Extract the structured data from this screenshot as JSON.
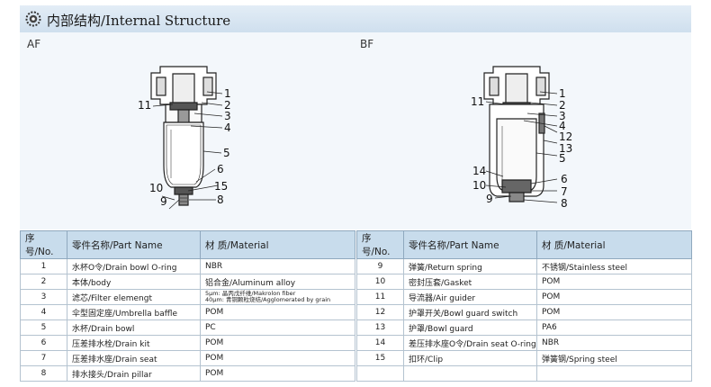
{
  "header": {
    "title": "内部结构/Internal Structure",
    "logo_icon": "gear-logo-icon"
  },
  "diagrams": {
    "af": {
      "label": "AF",
      "callouts": [
        "1",
        "2",
        "3",
        "4",
        "5",
        "6",
        "10",
        "15",
        "9",
        "8",
        "11"
      ]
    },
    "bf": {
      "label": "BF",
      "callouts": [
        "1",
        "2",
        "3",
        "4",
        "12",
        "13",
        "5",
        "6",
        "7",
        "8",
        "14",
        "10",
        "9",
        "11"
      ]
    }
  },
  "table": {
    "headers": {
      "no": "序号/No.",
      "name": "零件名称/Part Name",
      "material": "材 质/Material"
    },
    "left_rows": [
      {
        "no": "1",
        "name": "水杯O令/Drain bowl O-ring",
        "material": "NBR"
      },
      {
        "no": "2",
        "name": "本体/body",
        "material": "铝合金/Aluminum alloy"
      },
      {
        "no": "3",
        "name": "滤芯/Filter elemengt",
        "material_lines": [
          "5μm: 晶丙戊纤维/Makrolon fiber",
          "40μm: 青铜颗粒烧结/Agglomerated by grain"
        ]
      },
      {
        "no": "4",
        "name": "伞型固定座/Umbrella baffle",
        "material": "POM"
      },
      {
        "no": "5",
        "name": "水杯/Drain bowl",
        "material": "PC"
      },
      {
        "no": "6",
        "name": "压差排水栓/Drain kit",
        "material": "POM"
      },
      {
        "no": "7",
        "name": "压差排水座/Drain seat",
        "material": "POM"
      },
      {
        "no": "8",
        "name": "排水接头/Drain pillar",
        "material": "POM"
      }
    ],
    "right_rows": [
      {
        "no": "9",
        "name": "弹簧/Return spring",
        "material": "不锈钢/Stainless steel"
      },
      {
        "no": "10",
        "name": "密封压套/Gasket",
        "material": "POM"
      },
      {
        "no": "11",
        "name": "导流器/Air guider",
        "material": "POM"
      },
      {
        "no": "12",
        "name": "护罩开关/Bowl guard switch",
        "material": "POM"
      },
      {
        "no": "13",
        "name": "护罩/Bowl guard",
        "material": "PA6"
      },
      {
        "no": "14",
        "name": "差压排水座O令/Drain seat O-ring",
        "material": "NBR"
      },
      {
        "no": "15",
        "name": "扣环/Clip",
        "material": "弹簧钢/Spring steel"
      }
    ]
  },
  "colors": {
    "header_bg": "#d6e4f1",
    "table_header_bg": "#c8dcec",
    "diagram_bg": "#f3f7fb"
  }
}
